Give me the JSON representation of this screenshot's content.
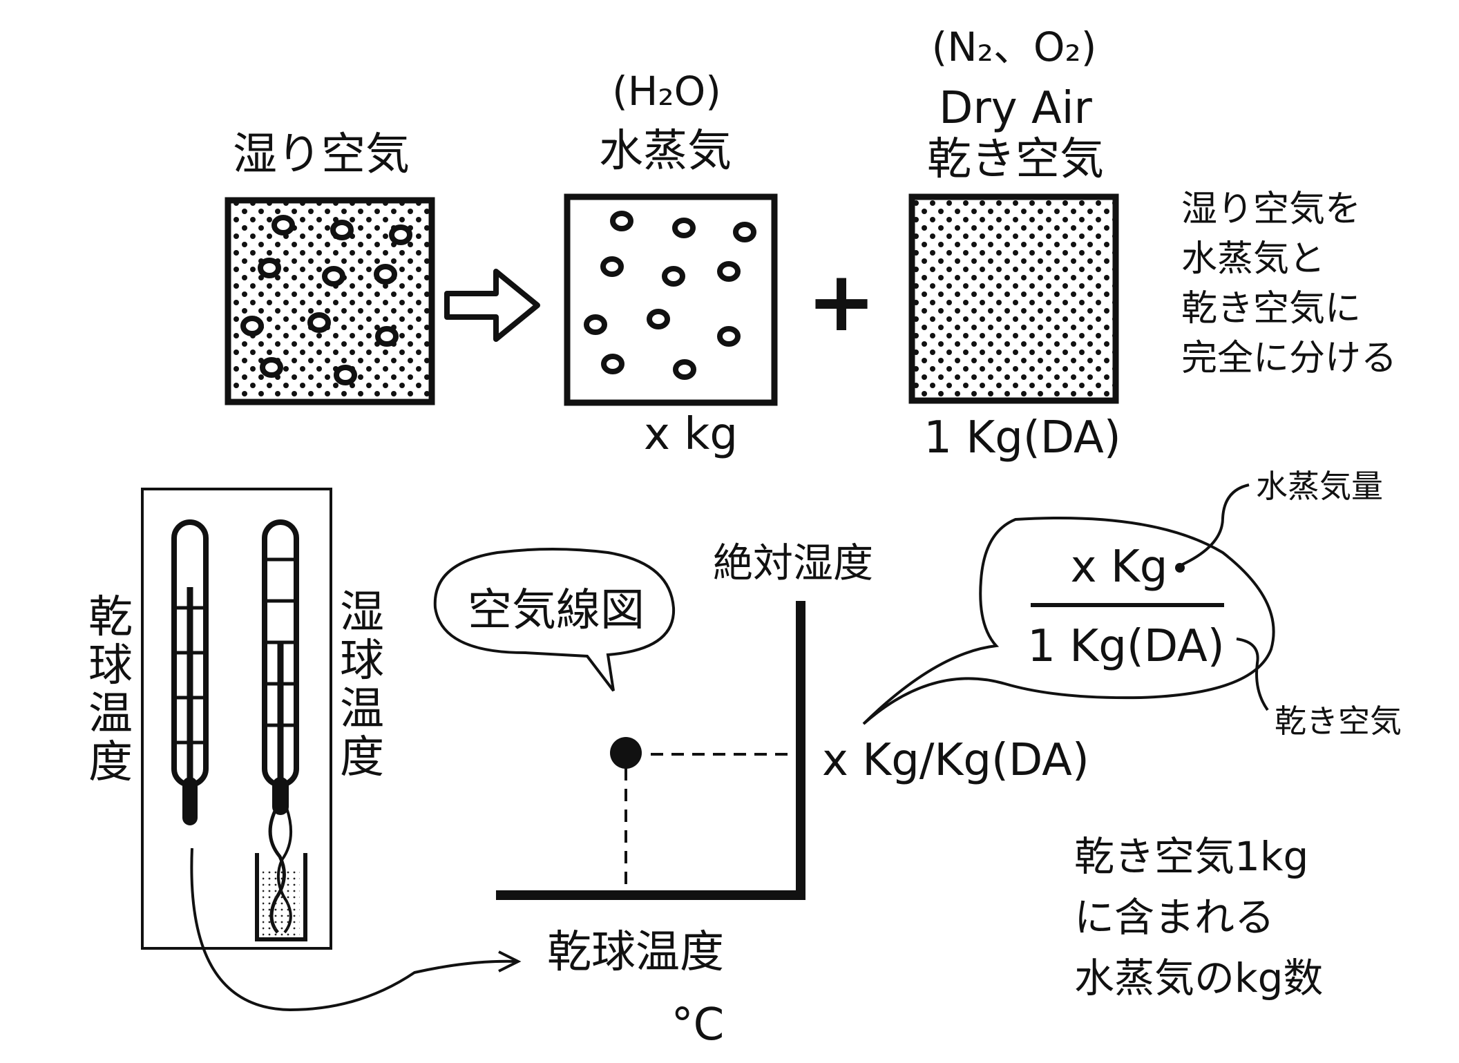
{
  "top_row": {
    "moist_air_label": "湿り空気",
    "vapor_formula": "(H₂O)",
    "vapor_label": "水蒸気",
    "dry_formula": "(N₂、O₂)",
    "dry_english": "Dry Air",
    "dry_label": "乾き空気",
    "vapor_mass": "x kg",
    "dry_mass": "1 Kg(DA)",
    "plus_sign": "+",
    "note_lines": [
      "湿り空気を",
      "水蒸気と",
      "乾き空気に",
      "完全に分ける"
    ]
  },
  "thermometers": {
    "dry_bulb_chars": [
      "乾",
      "球",
      "温",
      "度"
    ],
    "wet_bulb_chars": [
      "湿",
      "球",
      "温",
      "度"
    ]
  },
  "chart": {
    "bubble_label": "空気線図",
    "y_axis_label": "絶対湿度",
    "x_axis_label": "乾球温度",
    "x_axis_unit": "°C",
    "point_value_label": "x  Kg/Kg(DA)"
  },
  "fraction": {
    "numerator": "x Kg",
    "denominator": "1 Kg(DA)",
    "numerator_note": "水蒸気量",
    "denominator_note": "乾き空気"
  },
  "definition_lines": [
    "乾き空気1kg",
    "に含まれる",
    "水蒸気のkg数"
  ],
  "colors": {
    "ink": "#111111",
    "paper": "#ffffff",
    "water": "#cfcfcf"
  }
}
